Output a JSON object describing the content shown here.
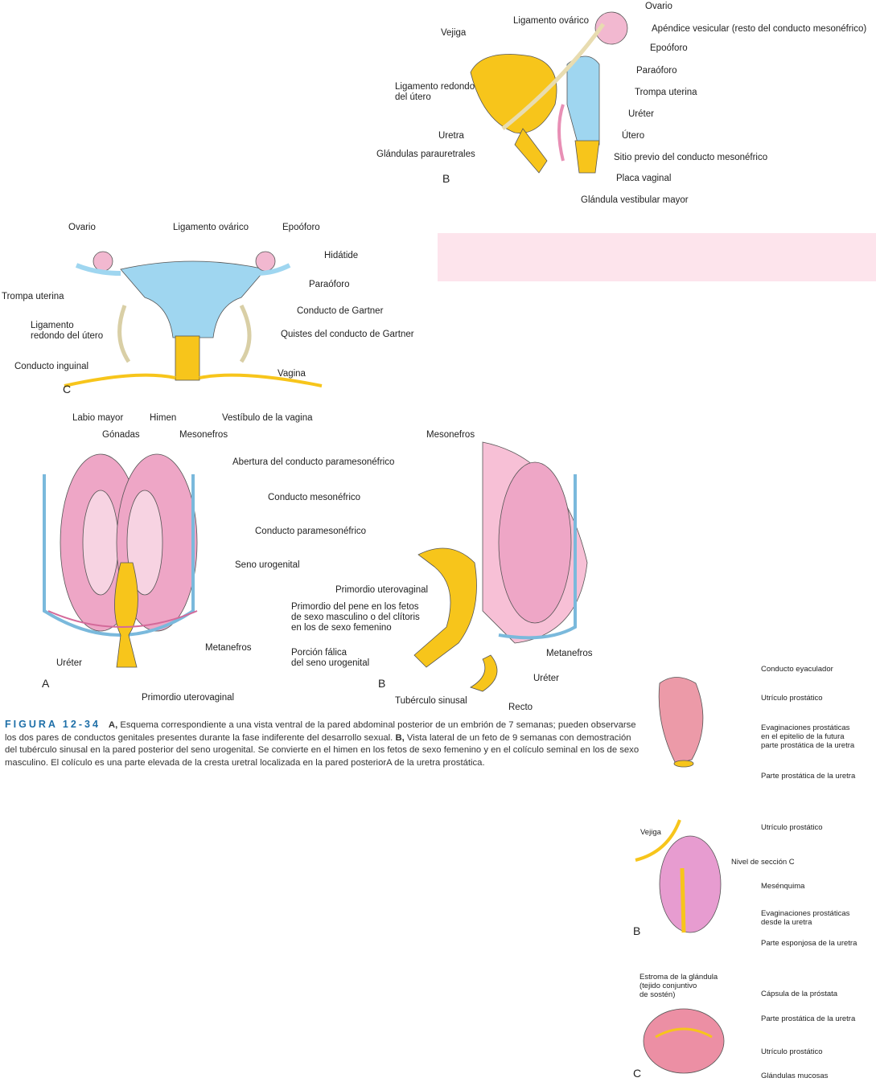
{
  "figB_top": {
    "letter": "B",
    "labels": [
      "Ovario",
      "Ligamento ovárico",
      "Apéndice vesicular (resto del conducto mesonéfrico)",
      "Vejiga",
      "Epoóforo",
      "Paraóforo",
      "Ligamento redondo\ndel útero",
      "Trompa uterina",
      "Uréter",
      "Útero",
      "Uretra",
      "Glándulas parauretrales",
      "Sitio previo del conducto mesonéfrico",
      "Placa vaginal",
      "Glándula vestibular mayor"
    ]
  },
  "figC_top": {
    "letter": "C",
    "labels": [
      "Ovario",
      "Ligamento ovárico",
      "Epoóforo",
      "Hidátide",
      "Paraóforo",
      "Trompa uterina",
      "Conducto de Gartner",
      "Ligamento\nredondo del útero",
      "Quistes del conducto de Gartner",
      "Conducto inguinal",
      "Vagina",
      "Labio mayor",
      "Himen",
      "Vestíbulo de la vagina"
    ]
  },
  "fig1234": {
    "A": {
      "letter": "A",
      "labels": [
        "Gónadas",
        "Mesonefros",
        "Abertura del conducto paramesonéfrico",
        "Conducto mesonéfrico",
        "Conducto paramesonéfrico",
        "Seno urogenital",
        "Metanefros",
        "Uréter",
        "Primordio uterovaginal"
      ]
    },
    "B": {
      "letter": "B",
      "labels": [
        "Mesonefros",
        "Primordio uterovaginal",
        "Primordio del pene en los fetos\nde sexo masculino o del clítoris\nen los de sexo femenino",
        "Porción fálica\ndel seno urogenital",
        "Metanefros",
        "Uréter",
        "Tubérculo sinusal",
        "Recto"
      ]
    }
  },
  "caption": {
    "figure": "FIGURA 12-34",
    "a": "A,",
    "t1": " Esquema correspondiente a una vista ventral de la pared abdominal posterior de un embrión de 7 semanas; pueden observarse los dos pares de conductos genitales presentes durante la fase indiferente del desarrollo sexual. ",
    "b": "B,",
    "t2": " Vista lateral de un feto de 9 semanas con demostración del tubérculo sinusal en la pared posterior del seno urogenital. Se convierte en el himen en los fetos de sexo femenino y en el colículo seminal en los de sexo masculino. El colículo es una parte elevada de la cresta uretral localizada en la pared posterior",
    "stray": "A",
    "t3": " de la uretra prostática."
  },
  "prostate": {
    "letters": [
      "B",
      "C"
    ],
    "labels": [
      "Conducto eyaculador",
      "Utrículo prostático",
      "Evaginaciones prostáticas\nen el epitelio de la futura\nparte prostática de la uretra",
      "Parte prostática de la uretra",
      "Vejiga",
      "Utrículo prostático",
      "Nivel de sección C",
      "Mesénquima",
      "Evaginaciones prostáticas\ndesde la uretra",
      "Parte esponjosa de la uretra",
      "Estroma de la glándula\n(tejido conjuntivo\nde sostén)",
      "Cápsula de la próstata",
      "Parte prostática de la uretra",
      "Utrículo prostático",
      "Glándulas mucosas"
    ]
  },
  "colors": {
    "yellow": "#f7c51b",
    "blue": "#9fd6f0",
    "pink": "#eea6c6",
    "accent": "#1e6fa8"
  }
}
